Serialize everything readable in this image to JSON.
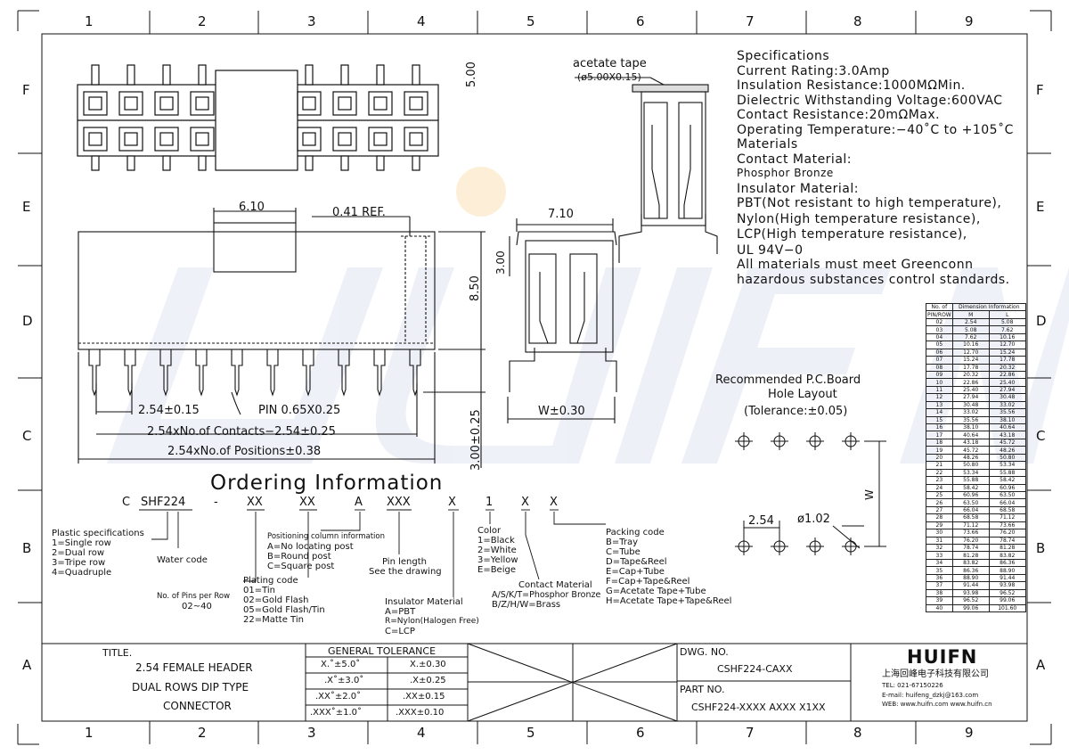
{
  "frame": {
    "col_numbers": [
      "1",
      "2",
      "3",
      "4",
      "5",
      "6",
      "7",
      "8",
      "9"
    ],
    "row_letters": [
      "F",
      "E",
      "D",
      "C",
      "B",
      "A"
    ]
  },
  "dims": {
    "d500": "5.00",
    "d610": "6.10",
    "d041": "0.41 REF.",
    "d850": "8.50",
    "d254": "2.54±0.15",
    "pin": "PIN 0.65X0.25",
    "contacts": "2.54xNo.of Contacts−2.54±0.25",
    "positions": "2.54xNo.of Positions±0.38",
    "d300": "3.00±0.25",
    "acetate": "acetate tape",
    "acetate_dia": "(ø5.00X0.15)",
    "d710": "7.10",
    "d3": "3.00",
    "w": "W±0.30",
    "pcb_254": "2.54",
    "pcb_dia": "ø1.02",
    "pcb_w": "W"
  },
  "specs": [
    "Specifications",
    "Current Rating:3.0Amp",
    "Insulation Resistance:1000MΩMin.",
    "Dielectric Withstanding Voltage:600VAC",
    "Contact Resistance:20mΩMax.",
    "Operating Temperature:−40˚C to +105˚C",
    "Materials",
    "Contact Material:",
    "Phosphor Bronze",
    "Insulator Material:",
    "PBT(Not resistant to high temperature),",
    "Nylon(High temperature resistance),",
    "LCP(High temperature resistance),",
    "UL 94V−0",
    "All materials must meet Greenconn",
    "hazardous substances control standards."
  ],
  "pcb": {
    "title1": "Recommended P.C.Board",
    "title2": "Hole Layout",
    "title3": "(Tolerance:±0.05)"
  },
  "ordering": {
    "title": "Ordering Information",
    "code_parts": [
      "C",
      "SHF224",
      "-",
      "XX",
      "XX",
      "A",
      "XXX",
      "X",
      "1",
      "X",
      "X"
    ],
    "plastic": [
      "Plastic specifications",
      "1=Single row",
      "2=Dual row",
      "3=Tripe row",
      "4=Quadruple"
    ],
    "water": "Water code",
    "pins": [
      "No. of Pins per Row",
      "02~40"
    ],
    "plating": [
      "Plating code",
      "01=Tin",
      "02=Gold Flash",
      "05=Gold Flash/Tin",
      "22=Matte Tin"
    ],
    "positioning": [
      "Positioning column information",
      "A=No locating post",
      "B=Round post",
      "C=Square post"
    ],
    "pinlength": [
      "Pin length",
      "See the drawing"
    ],
    "insulator": [
      "Insulator Material",
      "A=PBT",
      "R=Nylon(Halogen Free)",
      "C=LCP"
    ],
    "color": [
      "Color",
      "1=Black",
      "2=White",
      "3=Yellow",
      "E=Beige"
    ],
    "contact": [
      "Contact Material",
      "A/S/K/T=Phosphor Bronze",
      "B/Z/H/W=Brass"
    ],
    "packing": [
      "Packing code",
      "B=Tray",
      "C=Tube",
      "D=Tape&Reel",
      "E=Cap+Tube",
      "F=Cap+Tape&Reel",
      "G=Acetate Tape+Tube",
      "H=Acetate Tape+Tape&Reel"
    ]
  },
  "dim_table": {
    "h1": "No. of",
    "h2": "Dimension Information",
    "h3": "PIN/ROW",
    "h4": "M",
    "h5": "L",
    "rows": [
      [
        "02",
        "2.54",
        "5.08"
      ],
      [
        "03",
        "5.08",
        "7.62"
      ],
      [
        "04",
        "7.62",
        "10.16"
      ],
      [
        "05",
        "10.16",
        "12.70"
      ],
      [
        "06",
        "12.70",
        "15.24"
      ],
      [
        "07",
        "15.24",
        "17.78"
      ],
      [
        "08",
        "17.78",
        "20.32"
      ],
      [
        "09",
        "20.32",
        "22.86"
      ],
      [
        "10",
        "22.86",
        "25.40"
      ],
      [
        "11",
        "25.40",
        "27.94"
      ],
      [
        "12",
        "27.94",
        "30.48"
      ],
      [
        "13",
        "30.48",
        "33.02"
      ],
      [
        "14",
        "33.02",
        "35.56"
      ],
      [
        "15",
        "35.56",
        "38.10"
      ],
      [
        "16",
        "38.10",
        "40.64"
      ],
      [
        "17",
        "40.64",
        "43.18"
      ],
      [
        "18",
        "43.18",
        "45.72"
      ],
      [
        "19",
        "45.72",
        "48.26"
      ],
      [
        "20",
        "48.26",
        "50.80"
      ],
      [
        "21",
        "50.80",
        "53.34"
      ],
      [
        "22",
        "53.34",
        "55.88"
      ],
      [
        "23",
        "55.88",
        "58.42"
      ],
      [
        "24",
        "58.42",
        "60.96"
      ],
      [
        "25",
        "60.96",
        "63.50"
      ],
      [
        "26",
        "63.50",
        "66.04"
      ],
      [
        "27",
        "66.04",
        "68.58"
      ],
      [
        "28",
        "68.58",
        "71.12"
      ],
      [
        "29",
        "71.12",
        "73.66"
      ],
      [
        "30",
        "73.66",
        "76.20"
      ],
      [
        "31",
        "76.20",
        "78.74"
      ],
      [
        "32",
        "78.74",
        "81.28"
      ],
      [
        "33",
        "81.28",
        "83.82"
      ],
      [
        "34",
        "83.82",
        "86.36"
      ],
      [
        "35",
        "86.36",
        "88.90"
      ],
      [
        "36",
        "88.90",
        "91.44"
      ],
      [
        "37",
        "91.44",
        "93.98"
      ],
      [
        "38",
        "93.98",
        "96.52"
      ],
      [
        "39",
        "96.52",
        "99.06"
      ],
      [
        "40",
        "99.06",
        "101.60"
      ]
    ]
  },
  "titleblock": {
    "title_label": "TITLE.",
    "title_lines": [
      "2.54 FEMALE HEADER",
      "DUAL ROWS DIP TYPE",
      "CONNECTOR"
    ],
    "tol_header": "GENERAL TOLERANCE",
    "tol_rows": [
      [
        "X.˚±5.0˚",
        "X.±0.30"
      ],
      [
        ".X˚±3.0˚",
        ".X±0.25"
      ],
      [
        ".XX˚±2.0˚",
        ".XX±0.15"
      ],
      [
        ".XXX˚±1.0˚",
        ".XXX±0.10"
      ]
    ],
    "dwg_label": "DWG. NO.",
    "dwg_no": "CSHF224-CAXX",
    "part_label": "PART NO.",
    "part_no": "CSHF224-XXXX AXXX X1XX",
    "logo": "HUIFN",
    "company": "上海回峰电子科技有限公司",
    "tel": "TEL: 021-67150226",
    "email": "E-mail: huifeng_dzkj@163.com",
    "web": "WEB: www.huifn.com  www.huifn.cn"
  },
  "colors": {
    "line": "#111111",
    "watermark_blue": "#1f3aa8",
    "watermark_orange": "#f5a623"
  }
}
